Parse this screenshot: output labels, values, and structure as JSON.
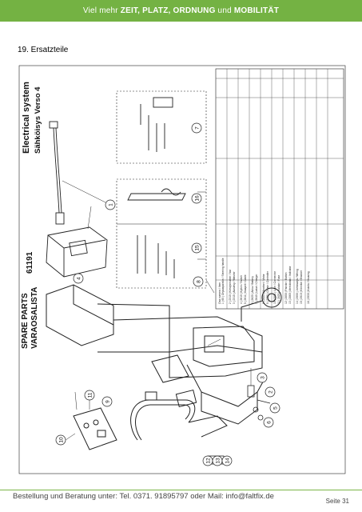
{
  "header": {
    "prefix": "Viel mehr ",
    "highlight": "ZEIT, PLATZ, ORDNUNG",
    "connector": " und ",
    "highlight2": "MOBILITÄT"
  },
  "section": {
    "title": "19. Ersatzteile"
  },
  "drawing": {
    "heading1": "SPARE PARTS",
    "heading2": "VARAOSALISTA",
    "code": "61191",
    "system_title": "Electrical system",
    "system_subtitle": "Sähköisys Verso 4",
    "callouts": [
      "1",
      "2",
      "3",
      "4",
      "5",
      "6",
      "7",
      "8",
      "9",
      "10",
      "11",
      "12",
      "13",
      "14",
      "15",
      "16"
    ],
    "parts_table_header": "Osa numero / Item",
    "parts_rows": [
      "1 | 60 | Ohjauspainike / Steering handle",
      "2 | 2310 | Kiristysmutteri / Nut",
      "3 | 2315 | Aluslevy / Washer",
      "4 | 2610 | Kytkin / Switch",
      "5 | 2611 | Kaapeli / Cable",
      "6 | 2620 | Akku / Battery",
      "7 | 2640 | Laturi / Charger",
      "8 | 2680 | Moottori / Motor",
      "9 | 2750 | Ohjain / Controller",
      "10 | 2811 | Liitin / Connector",
      "11 | 2820 | Sulake / Fuse",
      "12 | 2850 | Painike / Button",
      "13 | 2860 | Merkkivalo / Indicator",
      "14 | 2900 | Johtosarja / Wiring",
      "15 | 2910 | Kiinnike / Bracket",
      "16 | 2930 | Kotelo / Housing"
    ]
  },
  "footer": {
    "contact": "Bestellung und Beratung unter: Tel. 0371. 91895797 oder Mail: info@faltfix.de",
    "page": "Seite 31"
  },
  "colors": {
    "brand_green": "#74b243",
    "line": "#222222"
  }
}
